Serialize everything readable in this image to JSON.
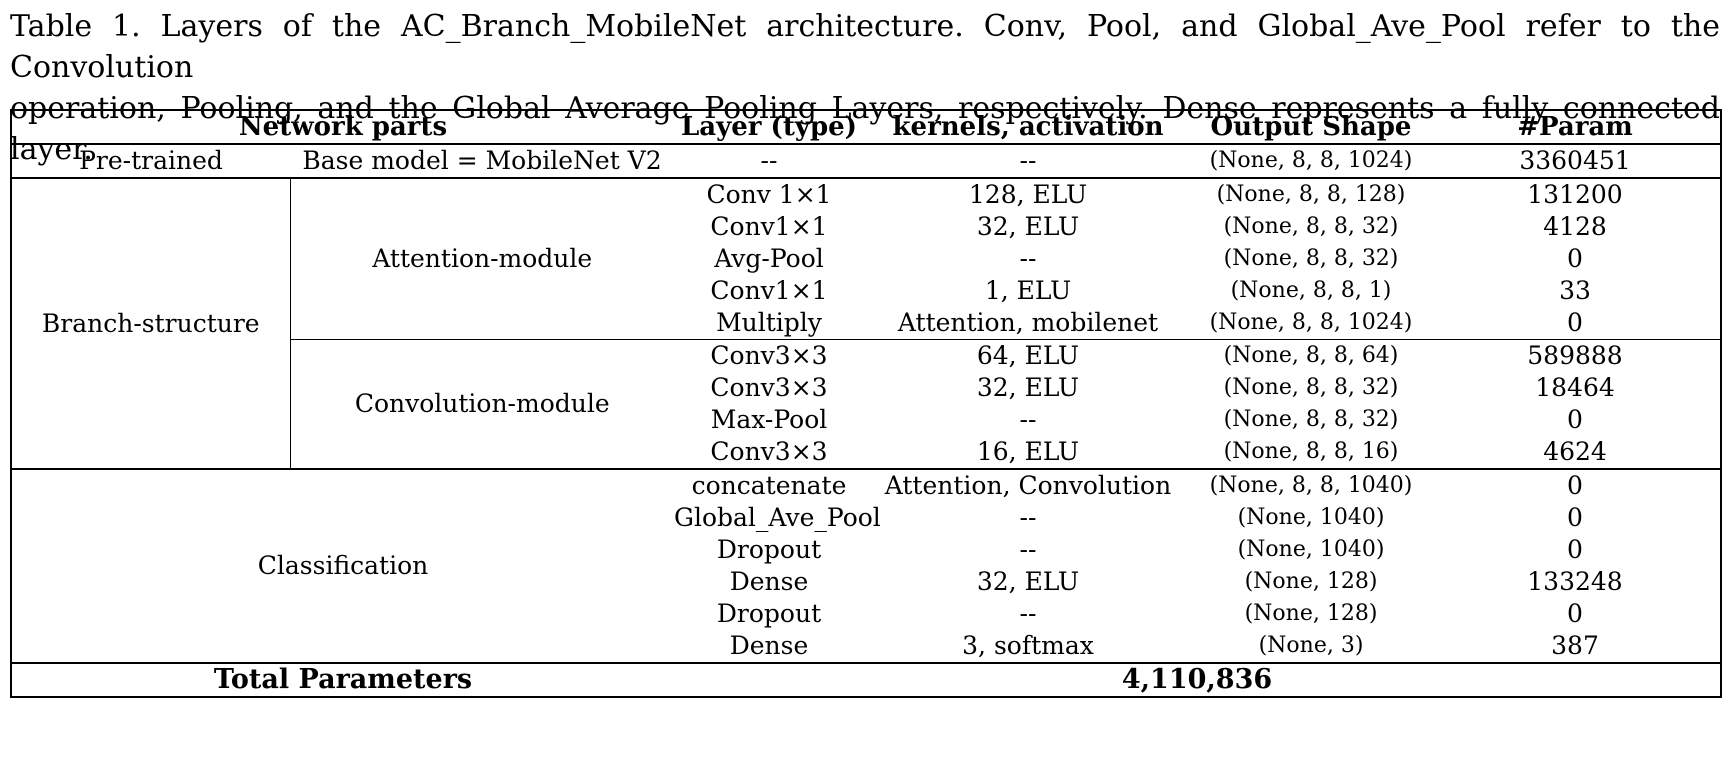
{
  "caption": {
    "line1": "Table 1. Layers of the AC_Branch_MobileNet architecture. Conv, Pool, and Global_Ave_Pool refer to the Convolution",
    "line2": "operation, Pooling, and the Global Average Pooling Layers, respectively.  Dense represents a fully connected layer."
  },
  "headers": {
    "network_parts": "Network parts",
    "layer_type": "Layer (type)",
    "kernels": "kernels, activation",
    "output_shape": "Output Shape",
    "param": "#Param"
  },
  "pretrained": {
    "part": "Pre-trained",
    "sub": "Base model = MobileNet V2",
    "layer": "--",
    "kernels": "--",
    "output": "(None, 8, 8, 1024)",
    "param": "3360451"
  },
  "branch": {
    "label": "Branch-structure",
    "attention_label": "Attention-module",
    "convolution_label": "Convolution-module",
    "attention_rows": [
      {
        "layer": "Conv 1×1",
        "kernels": "128, ELU",
        "output": "(None, 8, 8, 128)",
        "param": "131200"
      },
      {
        "layer": "Conv1×1",
        "kernels": "32, ELU",
        "output": "(None, 8, 8, 32)",
        "param": "4128"
      },
      {
        "layer": "Avg-Pool",
        "kernels": "--",
        "output": "(None, 8, 8, 32)",
        "param": "0"
      },
      {
        "layer": "Conv1×1",
        "kernels": "1, ELU",
        "output": "(None, 8, 8, 1)",
        "param": "33"
      },
      {
        "layer": "Multiply",
        "kernels": "Attention, mobilenet",
        "output": "(None, 8, 8, 1024)",
        "param": "0"
      }
    ],
    "convolution_rows": [
      {
        "layer": "Conv3×3",
        "kernels": "64, ELU",
        "output": "(None, 8, 8, 64)",
        "param": "589888"
      },
      {
        "layer": "Conv3×3",
        "kernels": "32, ELU",
        "output": "(None, 8, 8, 32)",
        "param": "18464"
      },
      {
        "layer": "Max-Pool",
        "kernels": "--",
        "output": "(None, 8, 8, 32)",
        "param": "0"
      },
      {
        "layer": "Conv3×3",
        "kernels": "16, ELU",
        "output": "(None, 8, 8, 16)",
        "param": "4624"
      }
    ]
  },
  "classification": {
    "label": "Classification",
    "rows": [
      {
        "layer": "concatenate",
        "kernels": "Attention, Convolution",
        "output": "(None, 8, 8, 1040)",
        "param": "0"
      },
      {
        "layer": "Global_Ave_Pool",
        "kernels": "--",
        "output": "(None, 1040)",
        "param": "0"
      },
      {
        "layer": "Dropout",
        "kernels": "--",
        "output": "(None, 1040)",
        "param": "0"
      },
      {
        "layer": "Dense",
        "kernels": "32, ELU",
        "output": "(None, 128)",
        "param": "133248"
      },
      {
        "layer": "Dropout",
        "kernels": "--",
        "output": "(None, 128)",
        "param": "0"
      },
      {
        "layer": "Dense",
        "kernels": "3, softmax",
        "output": "(None, 3)",
        "param": "387"
      }
    ]
  },
  "total": {
    "label": "Total Parameters",
    "value": "4,110,836"
  }
}
